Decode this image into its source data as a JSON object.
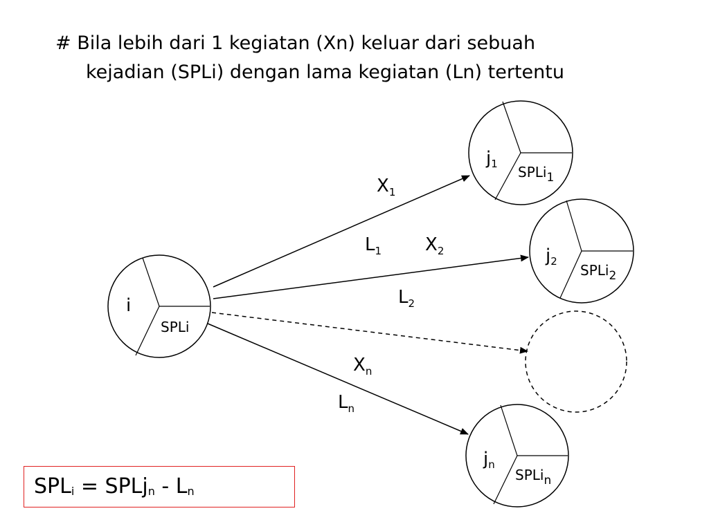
{
  "title": {
    "line1": "# Bila lebih dari 1 kegiatan (Xn) keluar dari sebuah",
    "line2": "kejadian (SPLi) dengan lama kegiatan (Ln) tertentu"
  },
  "nodes": {
    "source": {
      "id": "i",
      "label": "SPLi"
    },
    "target1": {
      "id": "j",
      "id_sub": "1",
      "label": "SPLi",
      "label_sub": "1"
    },
    "target2": {
      "id": "j",
      "id_sub": "2",
      "label": "SPLi",
      "label_sub": "2"
    },
    "targetn": {
      "id": "j",
      "id_sub": "n",
      "label": "SPLi",
      "label_sub": "n"
    }
  },
  "edges": {
    "e1": {
      "x": "X",
      "x_sub": "1",
      "l": "L",
      "l_sub": "1"
    },
    "e2": {
      "x": "X",
      "x_sub": "2",
      "l": "L",
      "l_sub": "2"
    },
    "en": {
      "x": "X",
      "x_sub": "n",
      "l": "L",
      "l_sub": "n"
    }
  },
  "formula": {
    "lhs": "SPL",
    "lhs_sub": "i",
    "eq": " = ",
    "rhs": "SPLj",
    "rhs_sub": "n",
    "minus": " - ",
    "term": "L",
    "term_sub": "n"
  },
  "colors": {
    "formula_border": "#e02020",
    "stroke": "#000000"
  }
}
